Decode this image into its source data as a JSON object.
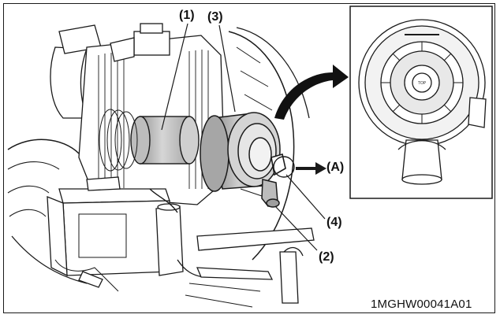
{
  "callouts": {
    "c1": "(1)",
    "c2": "(2)",
    "c3": "(3)",
    "c4": "(4)",
    "ca": "(A)"
  },
  "figure_code": "1MGHW00041A01",
  "inset_logo_text": "TOP",
  "colors": {
    "line": "#1a1a1a",
    "shade_light": "#d9d9d9",
    "shade_mid": "#b8b8b8",
    "shade_dark": "#8c8c8c",
    "background": "#ffffff"
  }
}
